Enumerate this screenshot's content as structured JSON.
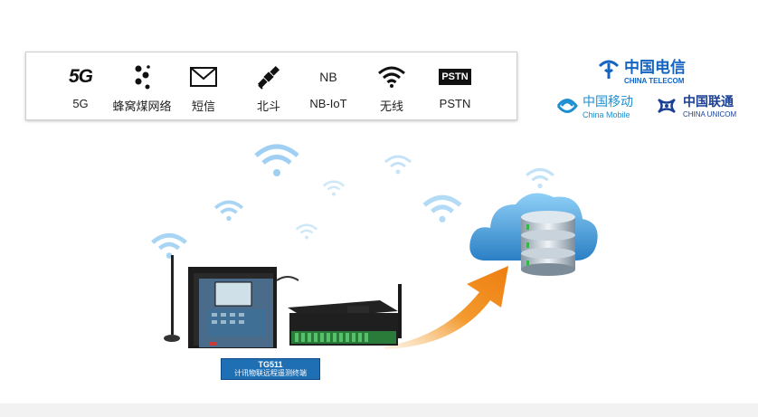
{
  "comm_methods": [
    {
      "label": "5G",
      "icon": "5g-icon",
      "glyph": "5G"
    },
    {
      "label": "蜂窝煤网络",
      "icon": "cellular-network-icon"
    },
    {
      "label": "短信",
      "icon": "sms-envelope-icon"
    },
    {
      "label": "北斗",
      "icon": "satellite-icon"
    },
    {
      "label": "NB-IoT",
      "icon": "nb-iot-icon",
      "glyph": "NB"
    },
    {
      "label": "无线",
      "icon": "wifi-icon"
    },
    {
      "label": "PSTN",
      "icon": "pstn-icon",
      "glyph": "PSTN"
    }
  ],
  "carriers": {
    "telecom": {
      "cn": "中国电信",
      "en": "CHINA TELECOM",
      "color": "#1565c0"
    },
    "mobile": {
      "cn": "中国移动",
      "en": "China Mobile",
      "color": "#1d8fd1"
    },
    "unicom": {
      "cn": "中国联通",
      "en": "CHINA UNICOM",
      "color": "#1a3f95"
    }
  },
  "device": {
    "model": "TG511",
    "name": "计讯物联远程遥测终端"
  },
  "colors": {
    "panel_border": "#cfcfcf",
    "arrow": "#f08a1c",
    "label_bg": "#1f6fb4",
    "cloud": "#3a9ad9"
  }
}
